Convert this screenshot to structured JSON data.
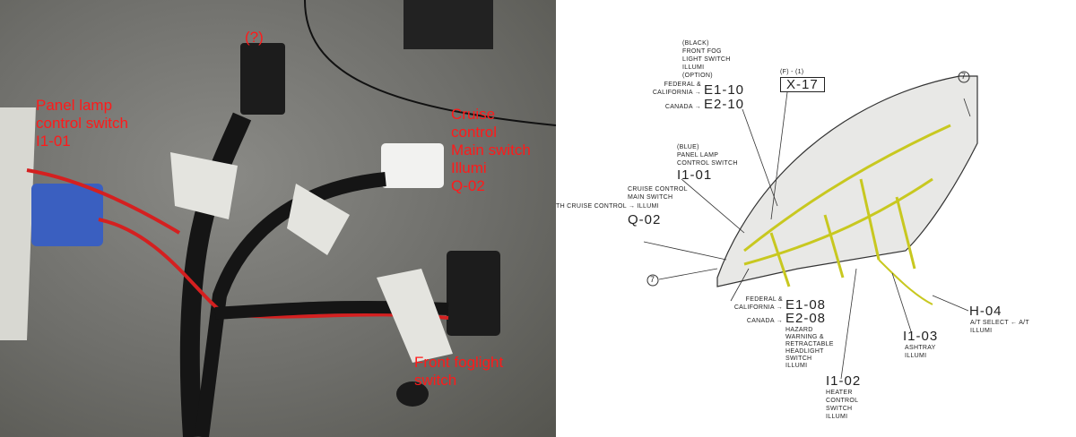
{
  "photo": {
    "labels": {
      "unknown": "(?)",
      "panel_lamp": "Panel lamp\ncontrol switch\nI1-01",
      "cruise": "Cruise\ncontrol\nMain switch\nIllumi\nQ-02",
      "foglight": "Front foglight\nswitch"
    }
  },
  "diagram": {
    "fog": {
      "desc": "(BLACK)\nFRONT FOG\nLIGHT SWITCH\nILLUMI\n(OPTION)",
      "fed_label": "FEDERAL &\nCALIFORNIA →",
      "fed_code": "E1-10",
      "can_label": "CANADA →",
      "can_code": "E2-10"
    },
    "x17": {
      "sub": "(F) - (1)",
      "code": "X-17"
    },
    "panel": {
      "desc": "(BLUE)\nPANEL LAMP\nCONTROL SWITCH",
      "code": "I1-01"
    },
    "cruise": {
      "desc": "CRUISE CONTROL\nMAIN SWITCH",
      "side": "TH CRUISE CONTROL → ILLUMI",
      "code": "Q-02"
    },
    "hazard": {
      "fed_label": "FEDERAL &\nCALIFORNIA →",
      "fed_code": "E1-08",
      "can_label": "CANADA →",
      "can_code": "E2-08",
      "desc": "HAZARD\nWARNING &\nRETRACTABLE\nHEADLIGHT\nSWITCH\nILLUMI"
    },
    "heater": {
      "code": "I1-02",
      "desc": "HEATER\nCONTROL\nSWITCH\nILLUMI"
    },
    "ashtray": {
      "code": "I1-03",
      "desc": "ASHTRAY\nILLUMI"
    },
    "at": {
      "code": "H-04",
      "desc": "A/T SELECT ← A/T\nILLUMI"
    },
    "ground_mark": "7"
  }
}
